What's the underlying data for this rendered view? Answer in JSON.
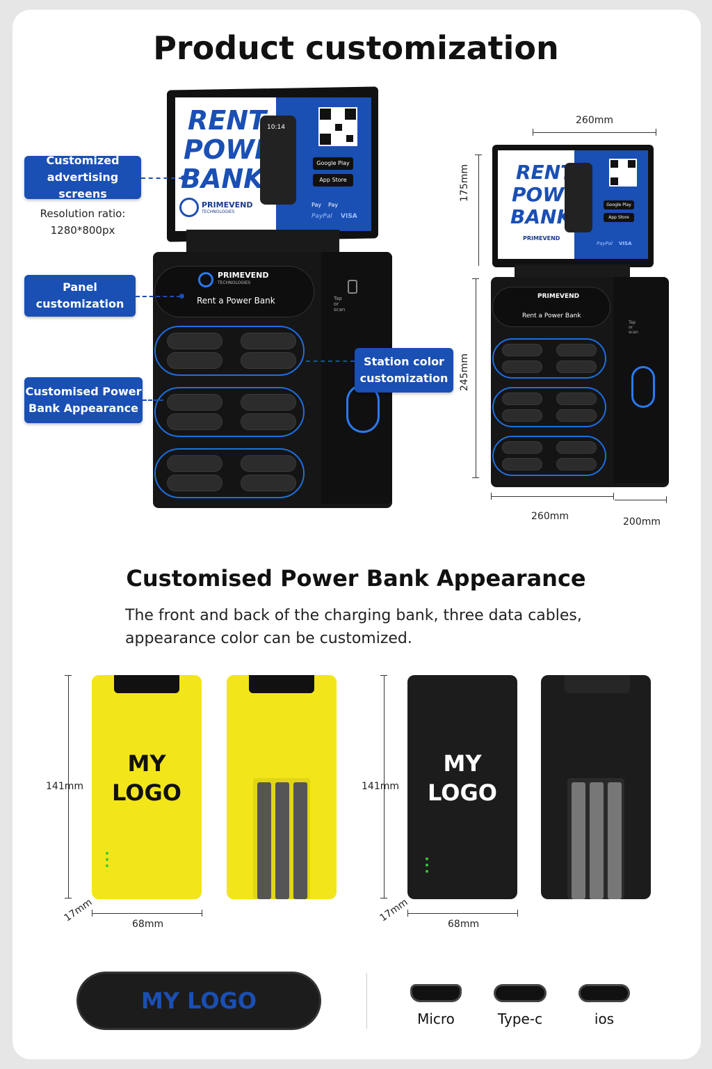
{
  "header": {
    "title": "Product customization"
  },
  "callouts": {
    "screens": "Customized advertising screens",
    "resolution_label": "Resolution ratio:",
    "resolution_value": "1280*800px",
    "panel": "Panel customization",
    "power_bank": "Customised Power Bank Appearance",
    "station_color": "Station color customization"
  },
  "screen": {
    "headline_1": "RENT A",
    "headline_2": "POWER",
    "headline_3": "BANK",
    "brand": "PRIMEVEND",
    "brand_sub": "TECHNOLOGIES",
    "phone_time": "10:14",
    "google_play": "Google Play",
    "app_store": "App Store",
    "pay_1": "Pay",
    "pay_2": "Pay",
    "paypal": "PayPal",
    "visa": "VISA"
  },
  "panel": {
    "brand": "PRIMEVEND",
    "sub": "TECHNOLOGIES",
    "text": "Rent a Power Bank",
    "tap": "Tap or scan"
  },
  "dimensions": {
    "width_top": "260mm",
    "height_screen": "175mm",
    "height_body": "245mm",
    "width_bottom": "260mm",
    "depth": "200mm"
  },
  "section2": {
    "title": "Customised Power Bank Appearance",
    "desc_1": "The front and back of the charging bank, three data cables,",
    "desc_2": "appearance color can be customized."
  },
  "banks": {
    "logo_1": "MY",
    "logo_2": "LOGO",
    "height": "141mm",
    "width": "68mm",
    "thickness": "17mm"
  },
  "bottom": {
    "pill_logo": "MY LOGO",
    "ports": [
      "Micro",
      "Type-c",
      "ios"
    ]
  },
  "colors": {
    "accent": "#1a4fb4",
    "yellow": "#f2e61a",
    "dark": "#161616"
  }
}
